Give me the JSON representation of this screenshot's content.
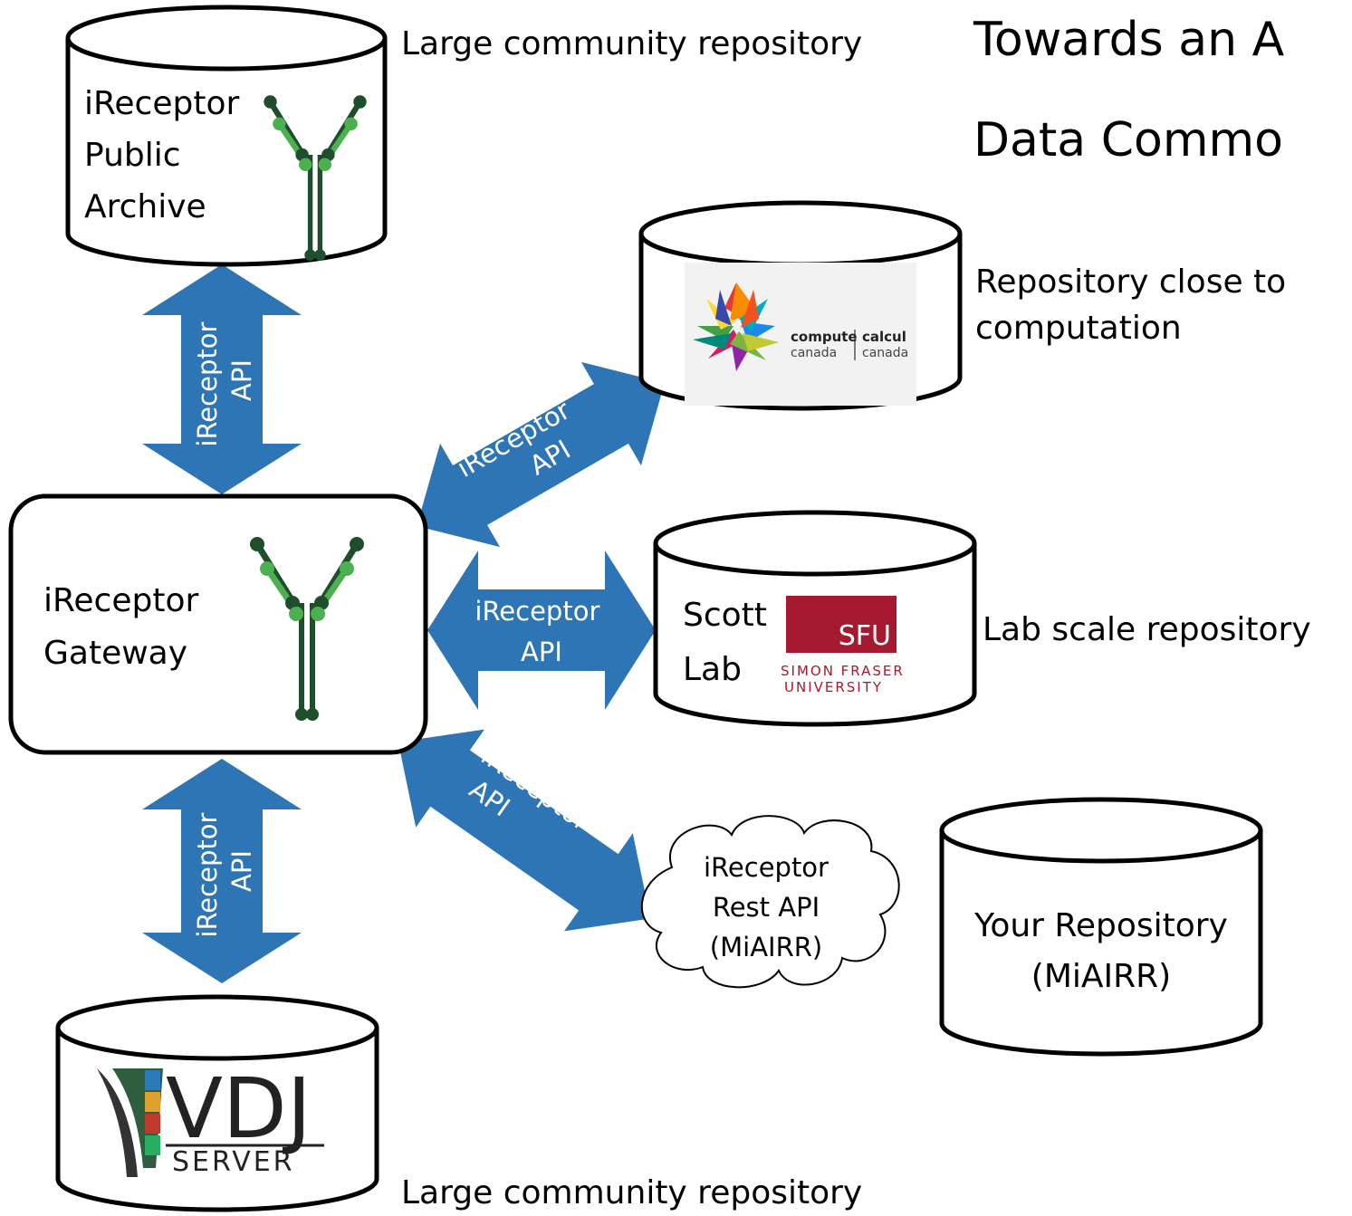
{
  "title": {
    "line1": "Towards an A",
    "line2": "Data Commo"
  },
  "annotations": {
    "top_left": "Large community repository",
    "compute": "Repository close to\ncomputation",
    "lab": "Lab scale repository",
    "bottom": "Large community repository"
  },
  "nodes": {
    "public_archive": {
      "lines": [
        "iReceptor",
        "Public",
        "Archive"
      ]
    },
    "gateway": {
      "lines": [
        "iReceptor",
        "Gateway"
      ]
    },
    "scott_lab": {
      "lines": [
        "Scott",
        "Lab"
      ]
    },
    "rest_api": {
      "lines": [
        "iReceptor",
        "Rest API",
        "(MiAIRR)"
      ]
    },
    "your_repository": {
      "lines": [
        "Your Repository",
        "(MiAIRR)"
      ]
    }
  },
  "arrow_labels": {
    "archive": [
      "iReceptor",
      "API"
    ],
    "compute": [
      "iReceptor",
      "API"
    ],
    "lab": [
      "iReceptor",
      "API"
    ],
    "rest": [
      "iReceptor",
      "API"
    ],
    "vdj": [
      "iReceptor",
      "API"
    ]
  },
  "logos": {
    "compute_canada": {
      "left": "compute",
      "left_sub": "canada",
      "right": "calcul",
      "right_sub": "canada"
    },
    "sfu": {
      "mark": "SFU",
      "line1": "SIMON FRASER",
      "line2": "UNIVERSITY"
    },
    "vdj": {
      "mark": "VDJ",
      "sub": "SERVER"
    }
  },
  "colors": {
    "arrow": "#2e75b6",
    "dark_green": "#1f4e2c",
    "light_green": "#4caf50",
    "sfu_red": "#a6192e"
  }
}
